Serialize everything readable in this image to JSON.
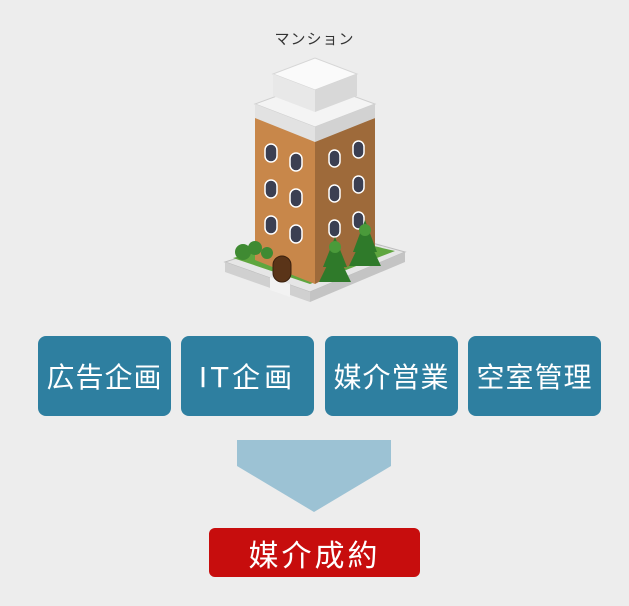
{
  "diagram": {
    "caption": "マンション",
    "steps": [
      "広告企画",
      "IT企画",
      "媒介営業",
      "空室管理"
    ],
    "result": "媒介成約"
  },
  "colors": {
    "background": "#ededed",
    "step_box": "#2e7fa0",
    "arrow": "#9cc2d4",
    "result_box": "#c70d0d"
  },
  "icons": {
    "building": "apartment-building-icon",
    "arrow": "arrow-down-icon"
  }
}
